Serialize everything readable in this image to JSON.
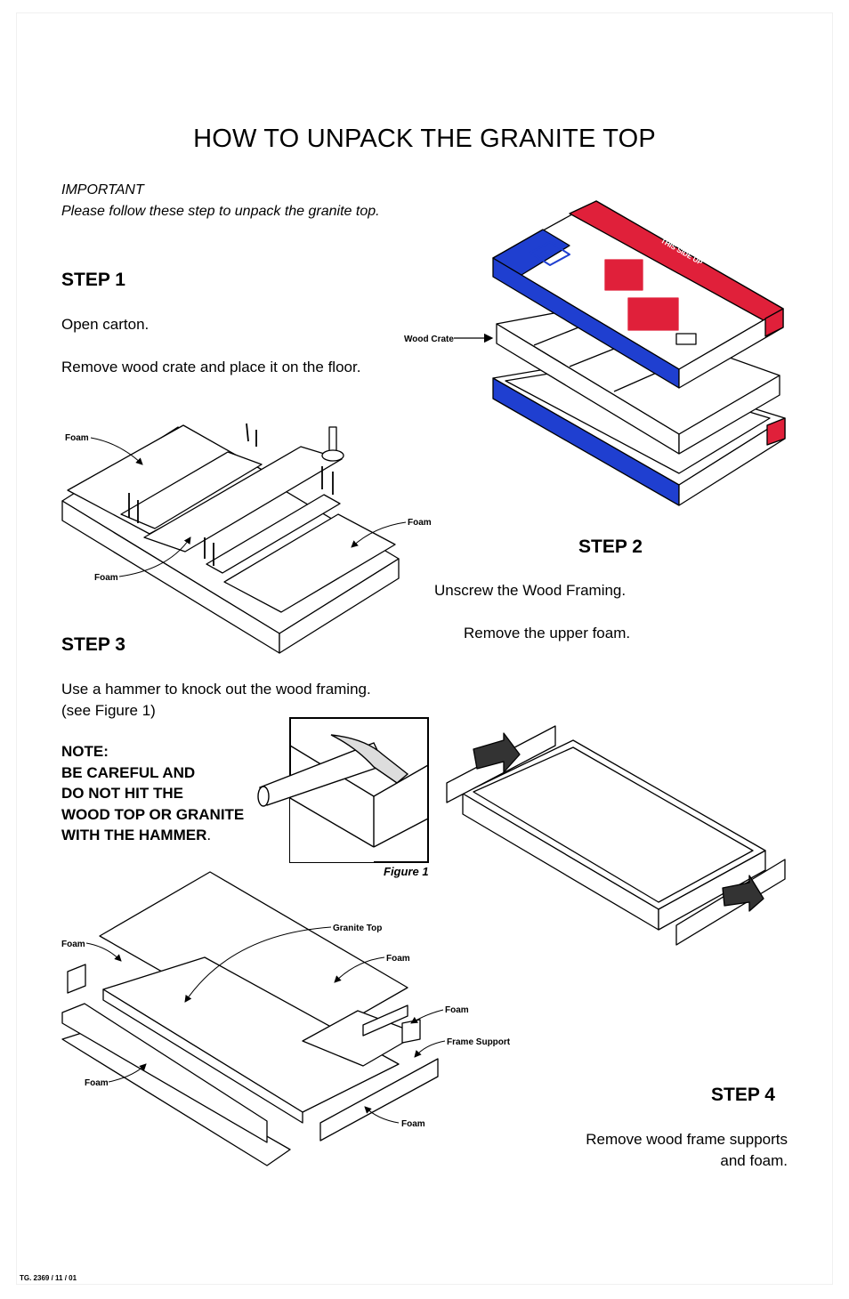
{
  "title": "HOW TO UNPACK THE GRANITE TOP",
  "important": {
    "heading": "IMPORTANT",
    "text": "Please follow these step to unpack the granite top."
  },
  "step1": {
    "heading": "STEP 1",
    "line1": "Open carton.",
    "line2": "Remove wood crate and place it on the floor."
  },
  "step2": {
    "heading": "STEP 2",
    "line1": "Unscrew the Wood Framing.",
    "line2": "Remove the upper foam."
  },
  "step3": {
    "heading": "STEP 3",
    "line1": "Use a hammer to knock out the wood framing.",
    "line2": "(see Figure 1)",
    "note_lines": [
      "NOTE:",
      "BE CAREFUL AND",
      "DO NOT HIT THE",
      "WOOD TOP OR GRANITE"
    ],
    "note_last": "WITH THE HAMMER",
    "note_last_punct": "."
  },
  "step4": {
    "heading": "STEP 4",
    "line1": "Remove wood frame supports",
    "line2": "and foam."
  },
  "figure_caption": "Figure 1",
  "labels": {
    "wood_crate": "Wood Crate",
    "foam": "Foam",
    "granite_top": "Granite Top",
    "frame_support": "Frame Support"
  },
  "carton": {
    "this_side_up": "THIS SIDE UP",
    "colors": {
      "red": "#e0203a",
      "blue": "#1f3fd0"
    }
  },
  "footer": "TG. 2369 / 11 / 01"
}
